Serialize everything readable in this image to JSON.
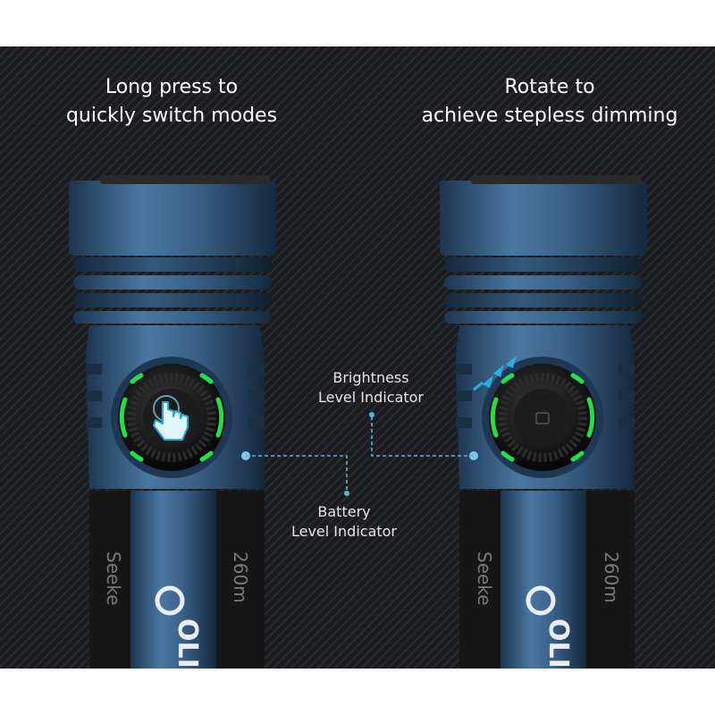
{
  "captions": {
    "left": [
      "Long press to",
      "quickly switch modes"
    ],
    "right": [
      "Rotate to",
      "achieve stepless dimming"
    ]
  },
  "labels": {
    "brightness": [
      "Brightness",
      "Level Indicator"
    ],
    "battery": [
      "Battery",
      "Level Indicator"
    ]
  },
  "engravings": {
    "brand": "OLI",
    "model": "Seeke",
    "distance": "260m"
  },
  "colors": {
    "body_blue": "#3e6286",
    "indicator_green": "#22e04a",
    "callout_line": "#5fb4d6",
    "grip_black": "#141414"
  },
  "icons": [
    "tap-hand-icon",
    "rotate-arrows-icon",
    "lock-icon"
  ]
}
